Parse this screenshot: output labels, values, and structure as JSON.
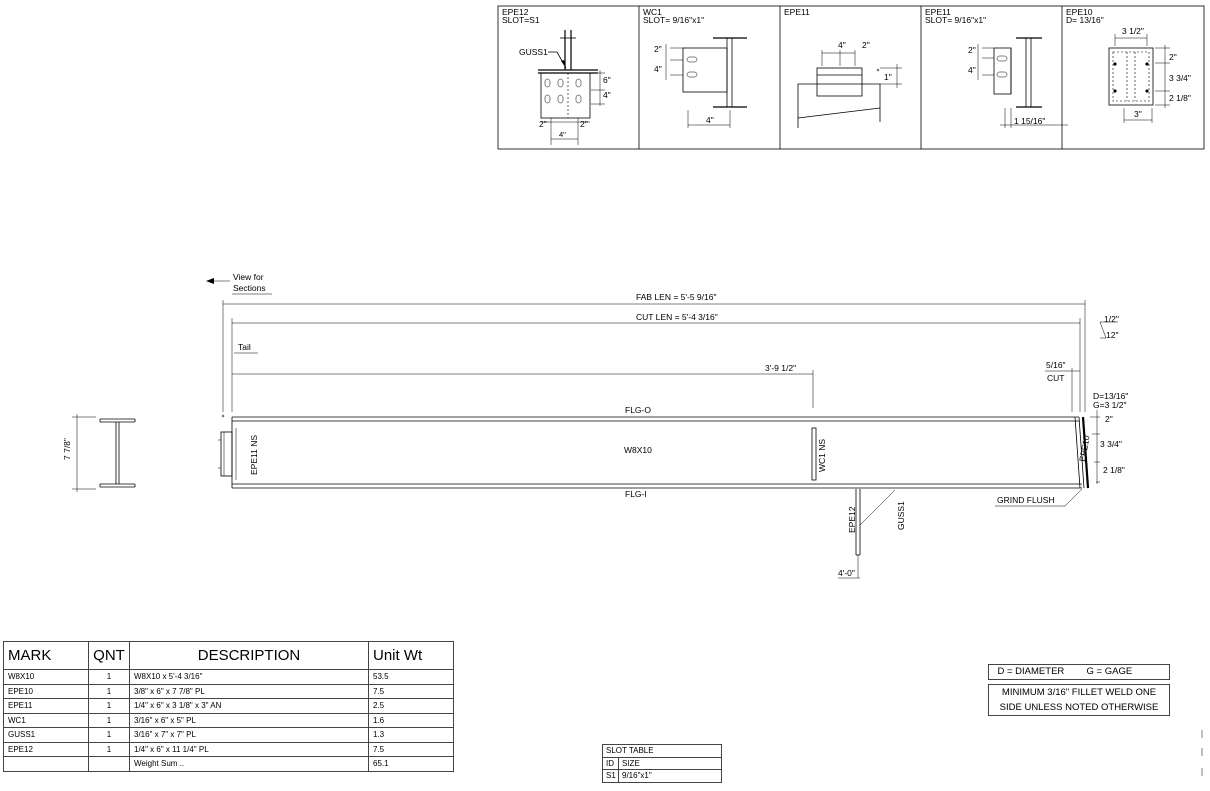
{
  "details": [
    {
      "title": "EPE12",
      "sub": "SLOT=S1"
    },
    {
      "title": "WC1",
      "sub": "SLOT= 9/16\"x1\""
    },
    {
      "title": "EPE11",
      "sub": ""
    },
    {
      "title": "EPE11",
      "sub": "SLOT= 9/16\"x1\""
    },
    {
      "title": "EPE10",
      "sub": "D= 13/16\""
    }
  ],
  "d1": {
    "guss": "GUSS1",
    "dim_6": "6\"",
    "dim_4": "4\"",
    "dim_2a": "2\"",
    "dim_2b": "2\"",
    "dim_4b": "4\""
  },
  "d2": {
    "dim_2": "2\"",
    "dim_4": "4\"",
    "dim_4b": "4\""
  },
  "d3": {
    "dim_4": "4\"",
    "dim_2": "2\"",
    "dim_1": "1\""
  },
  "d4": {
    "dim_2": "2\"",
    "dim_4": "4\"",
    "dim_1": "1 15/16\""
  },
  "d5": {
    "dim_312": "3 1/2\"",
    "dim_2": "2\"",
    "dim_334": "3 3/4\"",
    "dim_218": "2 1/8\"",
    "dim_3": "3\""
  },
  "main": {
    "view_for": "View for",
    "sections": "Sections",
    "fab_len": "FAB LEN =  5'-5 9/16\"",
    "cut_len": "CUT LEN =  5'-4 3/16\"",
    "tail": "Tail",
    "dim_391": "3'-9 1/2\"",
    "cut_516": "5/16\"",
    "cut": "CUT",
    "slope_a": "1/2\"",
    "slope_b": "12\"",
    "d_g_1": "D=13/16\"",
    "d_g_2": "G=3 1/2\"",
    "flg_o": "FLG-O",
    "flg_i": "FLG-I",
    "member": "W8X10",
    "epe11ns": "EPE11 NS",
    "wc1ns": "WC1 NS",
    "epe10": "EPE10",
    "epe12": "EPE12",
    "guss1": "GUSS1",
    "dim_40": "4'-0\"",
    "grind_flush": "GRIND FLUSH",
    "r_2": "2\"",
    "r_334": "3 3/4\"",
    "r_218": "2 1/8\"",
    "depth": "7 7/8\""
  },
  "bom": {
    "headers": [
      "MARK",
      "QNT",
      "DESCRIPTION",
      "Unit Wt"
    ],
    "rows": [
      [
        "W8X10",
        "1",
        "W8X10 x 5'-4 3/16\"",
        "53.5"
      ],
      [
        "EPE10",
        "1",
        "3/8\" x 6\" x 7 7/8\" PL",
        "7.5"
      ],
      [
        "EPE11",
        "1",
        "1/4\" x 6\" x 3 1/8\" x 3\" AN",
        "2.5"
      ],
      [
        "WC1",
        "1",
        "3/16\" x 6\" x 5\" PL",
        "1.6"
      ],
      [
        "GUSS1",
        "1",
        "3/16\" x 7\" x 7\" PL",
        "1.3"
      ],
      [
        "EPE12",
        "1",
        "1/4\" x 6\" x 11 1/4\" PL",
        "7.5"
      ],
      [
        "",
        "",
        "Weight Sum ..",
        "65.1"
      ]
    ]
  },
  "slot": {
    "title": "SLOT TABLE",
    "h_id": "ID",
    "h_size": "SIZE",
    "r_id": "S1",
    "r_size": "9/16\"x1\""
  },
  "notes": {
    "diameter": "D = DIAMETER",
    "gage": "G = GAGE",
    "weld_1": "MINIMUM 3/16\" FILLET WELD ONE",
    "weld_2": "SIDE UNLESS NOTED OTHERWISE"
  }
}
